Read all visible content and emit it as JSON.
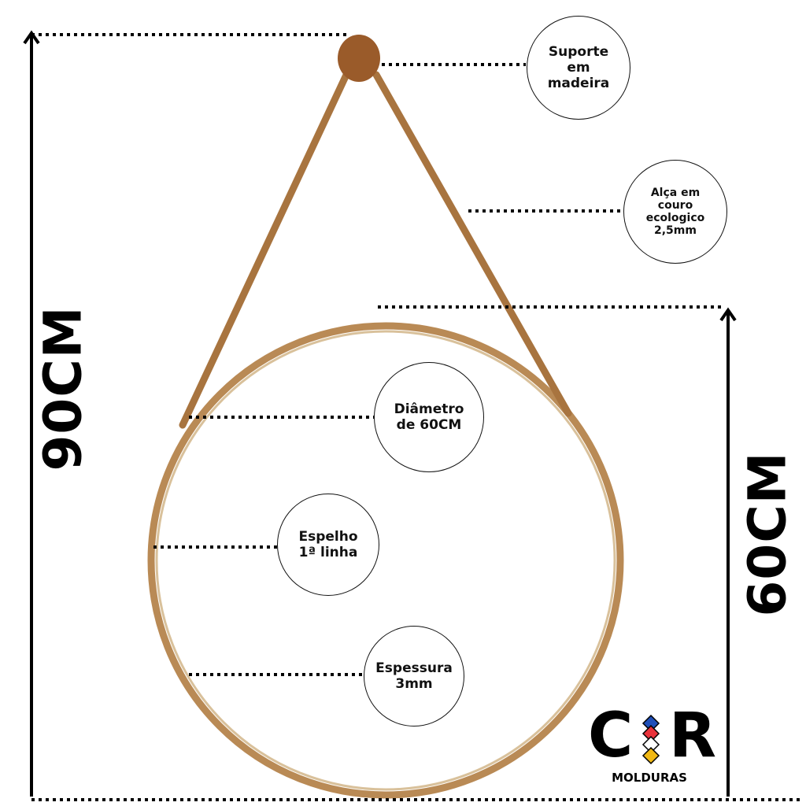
{
  "dimensions": {
    "height_label": "90CM",
    "mirror_label": "60CM"
  },
  "callouts": {
    "support": "Suporte em madeira",
    "strap": "Alça em couro ecologico 2,5mm",
    "diameter": "Diâmetro de 60CM",
    "mirror": "Espelho 1ª linha",
    "thickness": "Espessura 3mm"
  },
  "logo": {
    "letter_left": "C",
    "letter_right": "R",
    "subtitle": "MOLDURAS",
    "diamond_colors": [
      "#1f4fb8",
      "#e8323a",
      "#ffffff",
      "#f0b814"
    ]
  },
  "colors": {
    "wood": "#9a5b2a",
    "frame": "#b98a55"
  }
}
